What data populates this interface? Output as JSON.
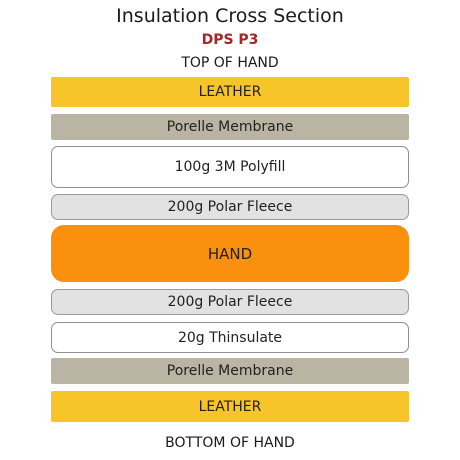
{
  "title": "Insulation Cross Section",
  "subtitle": "DPS P3",
  "top_caption": "TOP OF HAND",
  "bottom_caption": "BOTTOM OF HAND",
  "colors": {
    "leather": "#f7c42a",
    "membrane": "#bab4a3",
    "fleece": "#e2e2e2",
    "polyfill": "#ffffff",
    "hand": "#fb8f0e",
    "subtitle": "#a32727"
  },
  "layers": [
    {
      "label": "LEATHER"
    },
    {
      "label": "Porelle Membrane"
    },
    {
      "label": "100g 3M Polyfill"
    },
    {
      "label": "200g Polar Fleece"
    },
    {
      "label": "HAND"
    },
    {
      "label": "200g Polar Fleece"
    },
    {
      "label": "20g Thinsulate"
    },
    {
      "label": "Porelle Membrane"
    },
    {
      "label": "LEATHER"
    }
  ]
}
